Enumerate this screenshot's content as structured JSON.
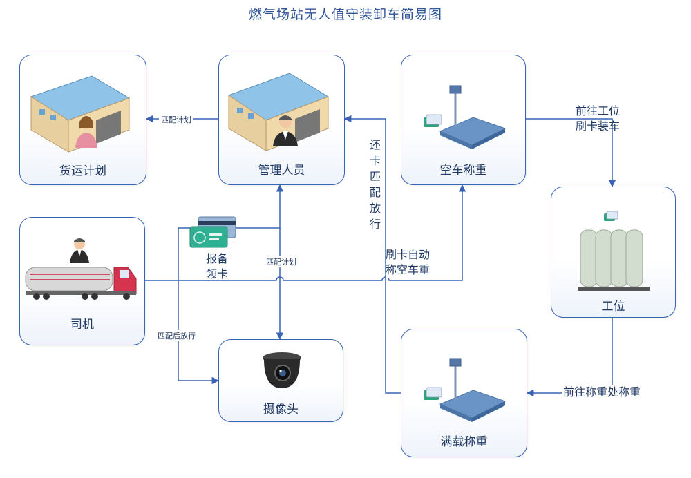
{
  "title": "燃气场站无人值守装卸车简易图",
  "nodes": {
    "freight_plan": "货运计划",
    "manager": "管理人员",
    "empty_weigh": "空车称重",
    "workstation": "工位",
    "driver": "司机",
    "camera": "摄像头",
    "full_weigh": "满载称重"
  },
  "edges": {
    "match_plan_to_freight": "匹配计划",
    "return_card": "还卡匹配放行",
    "go_to_station": "前往工位\n刷卡装车",
    "report_card": "报备\n领卡",
    "match_plan_camera": "匹配计划",
    "swipe_empty": "刷卡自动\n称空车重",
    "release_after_match": "匹配后放行",
    "go_to_weigh": "前往称重处称重"
  },
  "colors": {
    "line": "#3a63b5",
    "text": "#1f3864",
    "title": "#2f5597"
  }
}
